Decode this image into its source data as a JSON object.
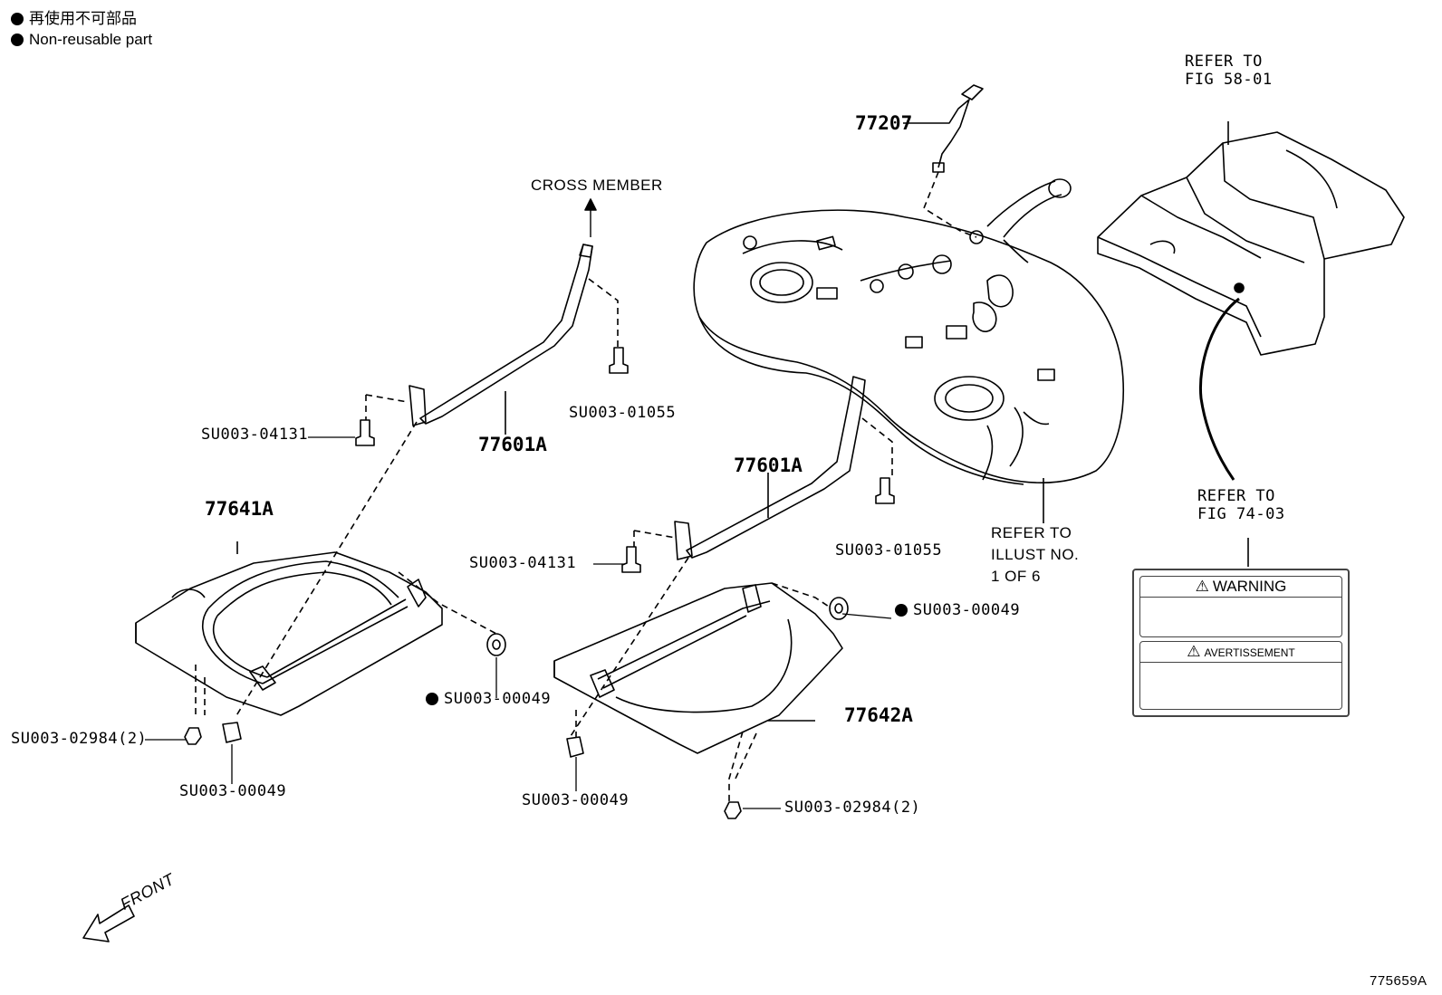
{
  "legend": {
    "jp": "再使用不可部品",
    "en": "Non-reusable part"
  },
  "labels": {
    "cross_member": "CROSS MEMBER",
    "p77207": "77207",
    "refer_58_l1": "REFER TO",
    "refer_58_l2": "FIG 58-01",
    "su_04131_a": "SU003-04131",
    "p77601a_a": "77601A",
    "su_01055_a": "SU003-01055",
    "p77601a_b": "77601A",
    "su_01055_b": "SU003-01055",
    "refer_illust_l1": "REFER TO",
    "refer_illust_l2": "ILLUST NO.",
    "refer_illust_l3": "1 OF 6",
    "refer_74_l1": "REFER TO",
    "refer_74_l2": "FIG 74-03",
    "p77641a": "77641A",
    "su_04131_b": "SU003-04131",
    "su_00049_nr_right": "SU003-00049",
    "su_00049_nr_left": "SU003-00049",
    "su_02984_left": "SU003-02984(2)",
    "su_00049_left": "SU003-00049",
    "p77642a": "77642A",
    "su_00049_mid": "SU003-00049",
    "su_02984_right": "SU003-02984(2)",
    "front": "FRONT",
    "illust_no": "775659A"
  },
  "warning_card": {
    "warning": "WARNING",
    "avertissement": "AVERTISSEMENT"
  },
  "icons": {
    "non_reusable": "filled-circle",
    "warning": "warning-triangle",
    "front_arrow": "outline-arrow"
  }
}
